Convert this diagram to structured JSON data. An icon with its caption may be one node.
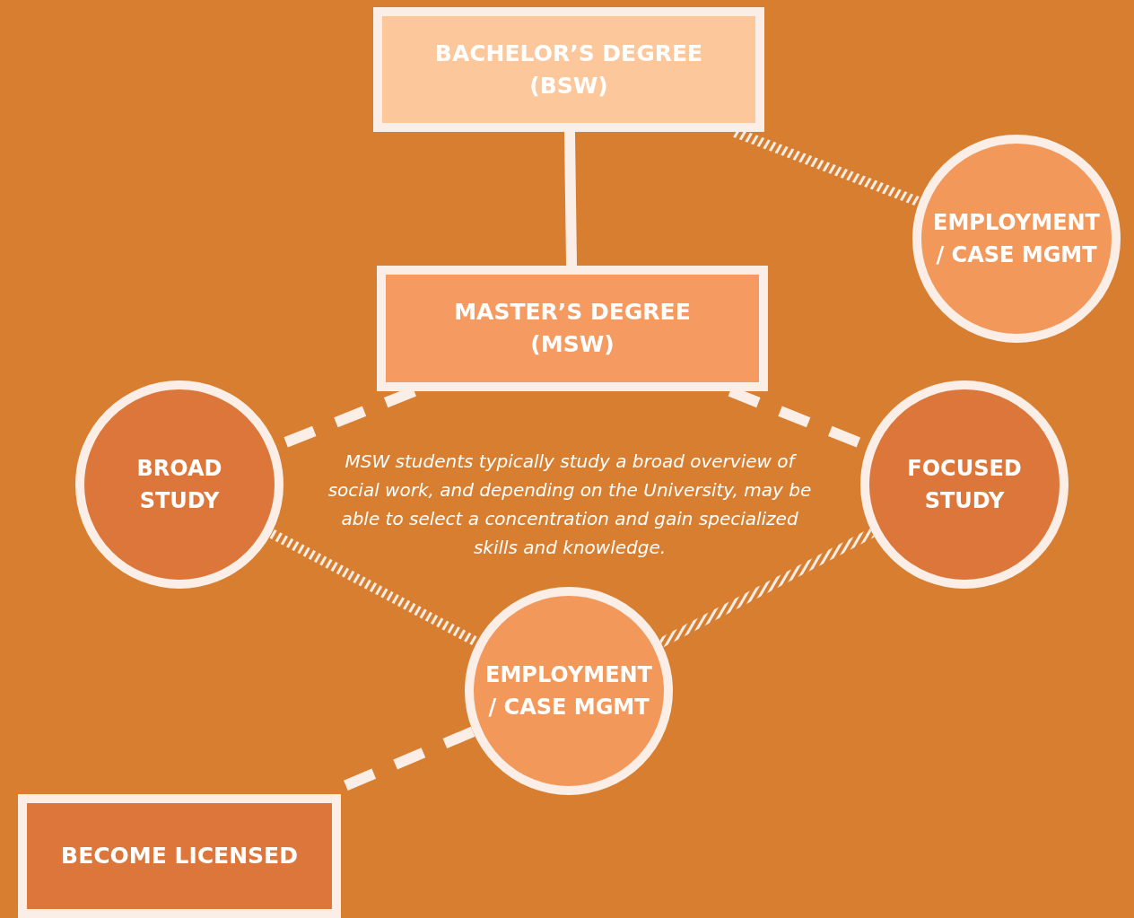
{
  "diagram": {
    "nodes": [
      {
        "text": [
          "BACHELOR’S DEGREE (BSW)"
        ]
      },
      {
        "text": [
          "EMPLOYMENT / CASE MGMT"
        ]
      },
      {
        "text": [
          "MASTER’S DEGREE (MSW)"
        ]
      },
      {
        "text": [
          "BROAD STUDY"
        ]
      },
      {
        "text": [
          "FOCUSED STUDY"
        ]
      },
      {
        "text": [
          "EMPLOYMENT / CASE MGMT"
        ]
      },
      {
        "text": [
          "BECOME LICENSED"
        ]
      }
    ],
    "edges": [
      {
        "from": 0,
        "to": 2,
        "arrow": "none"
      },
      {
        "from": 0,
        "to": 1,
        "arrow": "none"
      },
      {
        "from": 2,
        "to": 3,
        "arrow": "none",
        "style": "dashed"
      },
      {
        "from": 2,
        "to": 4,
        "arrow": "none",
        "style": "dashed"
      },
      {
        "from": 3,
        "to": 5,
        "arrow": "none"
      },
      {
        "from": 4,
        "to": 5,
        "arrow": "none"
      },
      {
        "from": 5,
        "to": 6,
        "arrow": "none",
        "style": "dashed"
      }
    ],
    "labels": [
      "MSW students typically study a broad overview of social work, and depending on the University, may be able to select a concentration and gain specialized skills and knowledge."
    ]
  }
}
